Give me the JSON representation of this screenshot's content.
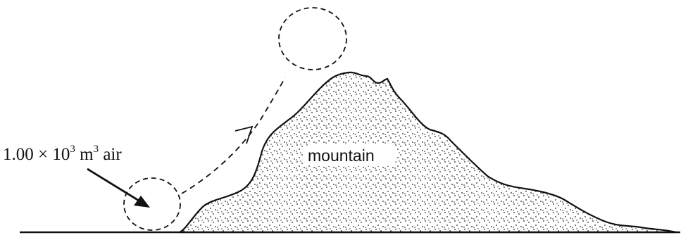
{
  "air_label": {
    "number": "1.00",
    "times": "×",
    "base": "10",
    "power": "3",
    "unit": "m",
    "unit_power": "3",
    "word": "air"
  },
  "mountain_label": "mountain"
}
